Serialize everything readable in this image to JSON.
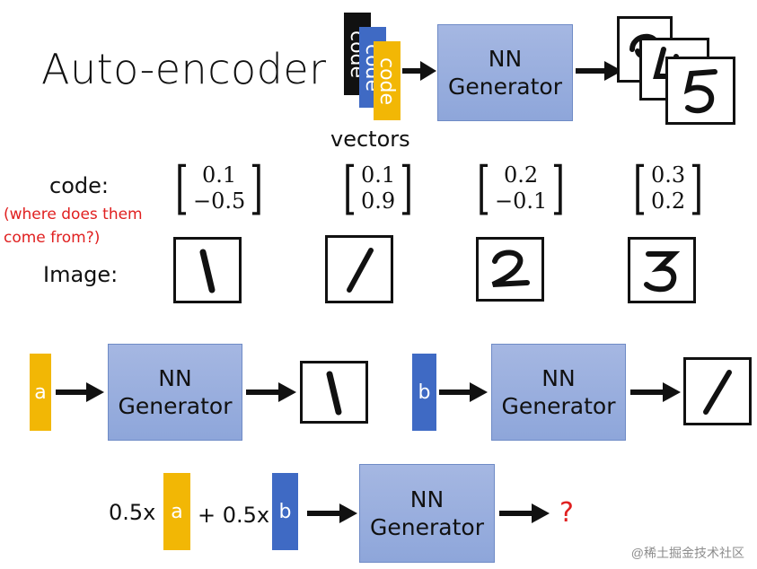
{
  "title": "Auto-encoder",
  "top": {
    "code_labels": [
      "code",
      "code",
      "code"
    ],
    "vectors_label": "vectors",
    "nn": [
      "NN",
      "Generator"
    ]
  },
  "code_section": {
    "code_label": "code:",
    "question": "(where does them come from?)",
    "image_label": "Image:",
    "codes": [
      {
        "top": "0.1",
        "bottom": "−0.5"
      },
      {
        "top": "0.1",
        "bottom": "0.9"
      },
      {
        "top": "0.2",
        "bottom": "−0.1"
      },
      {
        "top": "0.3",
        "bottom": "0.2"
      }
    ],
    "digits": [
      "1",
      "/",
      "2",
      "3"
    ]
  },
  "row_a": {
    "label": "a",
    "nn": [
      "NN",
      "Generator"
    ],
    "digit": "1"
  },
  "row_b": {
    "label": "b",
    "nn": [
      "NN",
      "Generator"
    ],
    "digit": "/"
  },
  "bottom": {
    "coef_a": "0.5x",
    "label_a": "a",
    "plus": "+ 0.5x",
    "label_b": "b",
    "nn": [
      "NN",
      "Generator"
    ],
    "result": "?"
  },
  "watermark": "@稀土掘金技术社区",
  "colors": {
    "yellow": "#f2b705",
    "blue": "#3f6ac4",
    "black": "#111111",
    "nn_fill": "#98ade0",
    "red": "#e02020"
  }
}
